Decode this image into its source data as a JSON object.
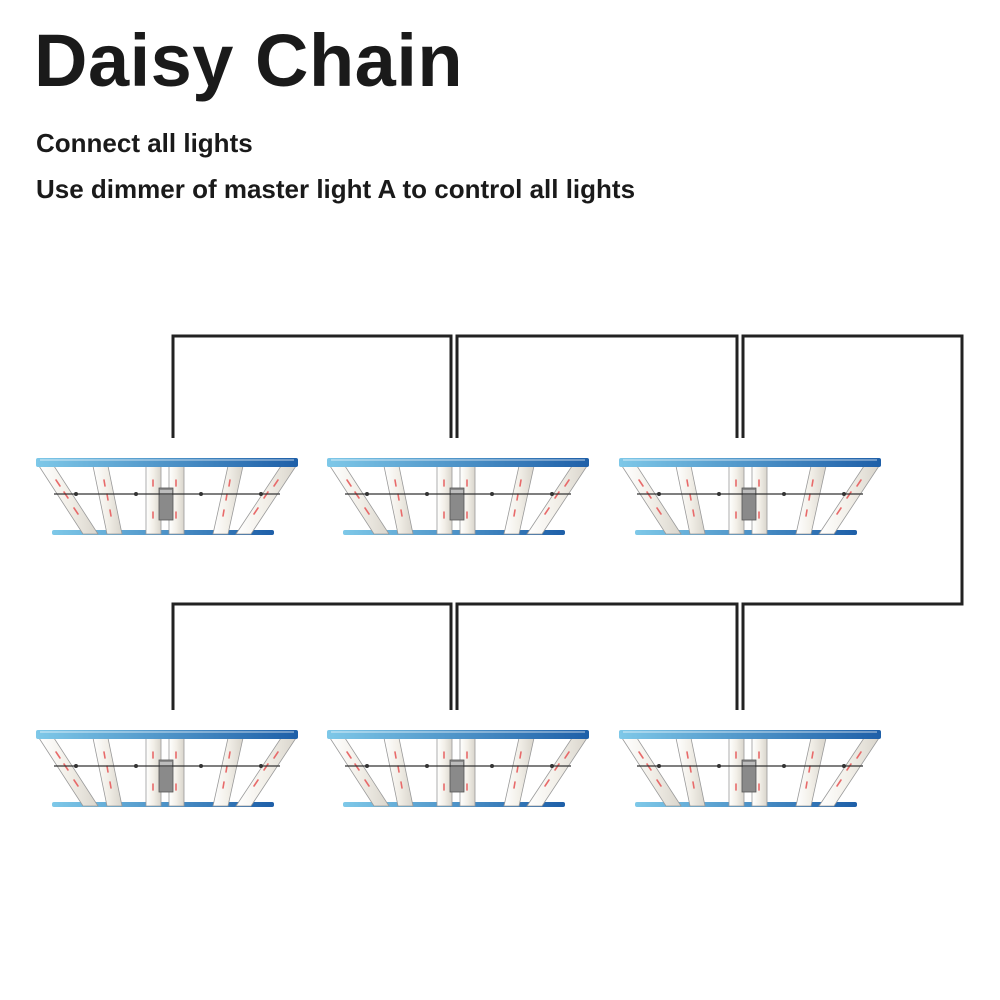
{
  "heading": {
    "title": "Daisy Chain",
    "subtitle_1": "Connect all lights",
    "subtitle_2": "Use dimmer of master light A to control all lights"
  },
  "diagram": {
    "rows": [
      {
        "lights": [
          {
            "id": "row1-light1"
          },
          {
            "id": "row1-light2"
          },
          {
            "id": "row1-light3"
          }
        ]
      },
      {
        "lights": [
          {
            "id": "row2-light1"
          },
          {
            "id": "row2-light2"
          },
          {
            "id": "row2-light3"
          }
        ]
      }
    ],
    "colors": {
      "frame_light": "#7ec8e8",
      "frame_dark": "#1e5fa8",
      "bar_face": "#f2efe8",
      "led": "#e86a6a",
      "cable": "#222222",
      "driver": "#8a8a8a"
    }
  }
}
